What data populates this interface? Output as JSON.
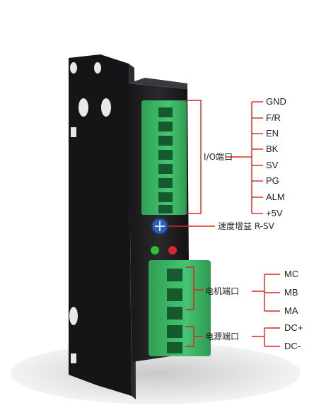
{
  "io_group": {
    "group_label": "I/O端口",
    "pins": [
      "GND",
      "F/R",
      "EN",
      "BK",
      "SV",
      "PG",
      "ALM",
      "+5V"
    ]
  },
  "speed_pot": {
    "label": "速度增益 R-SV"
  },
  "motor_group": {
    "group_label": "电机端口",
    "pins": [
      "MC",
      "MB",
      "MA"
    ]
  },
  "power_group": {
    "group_label": "电源端口",
    "pins": [
      "DC+",
      "DC-"
    ]
  },
  "colors": {
    "leader_line": "#d9261c",
    "terminal_green": "#3fbf6a",
    "housing": "#1c1c1e"
  }
}
